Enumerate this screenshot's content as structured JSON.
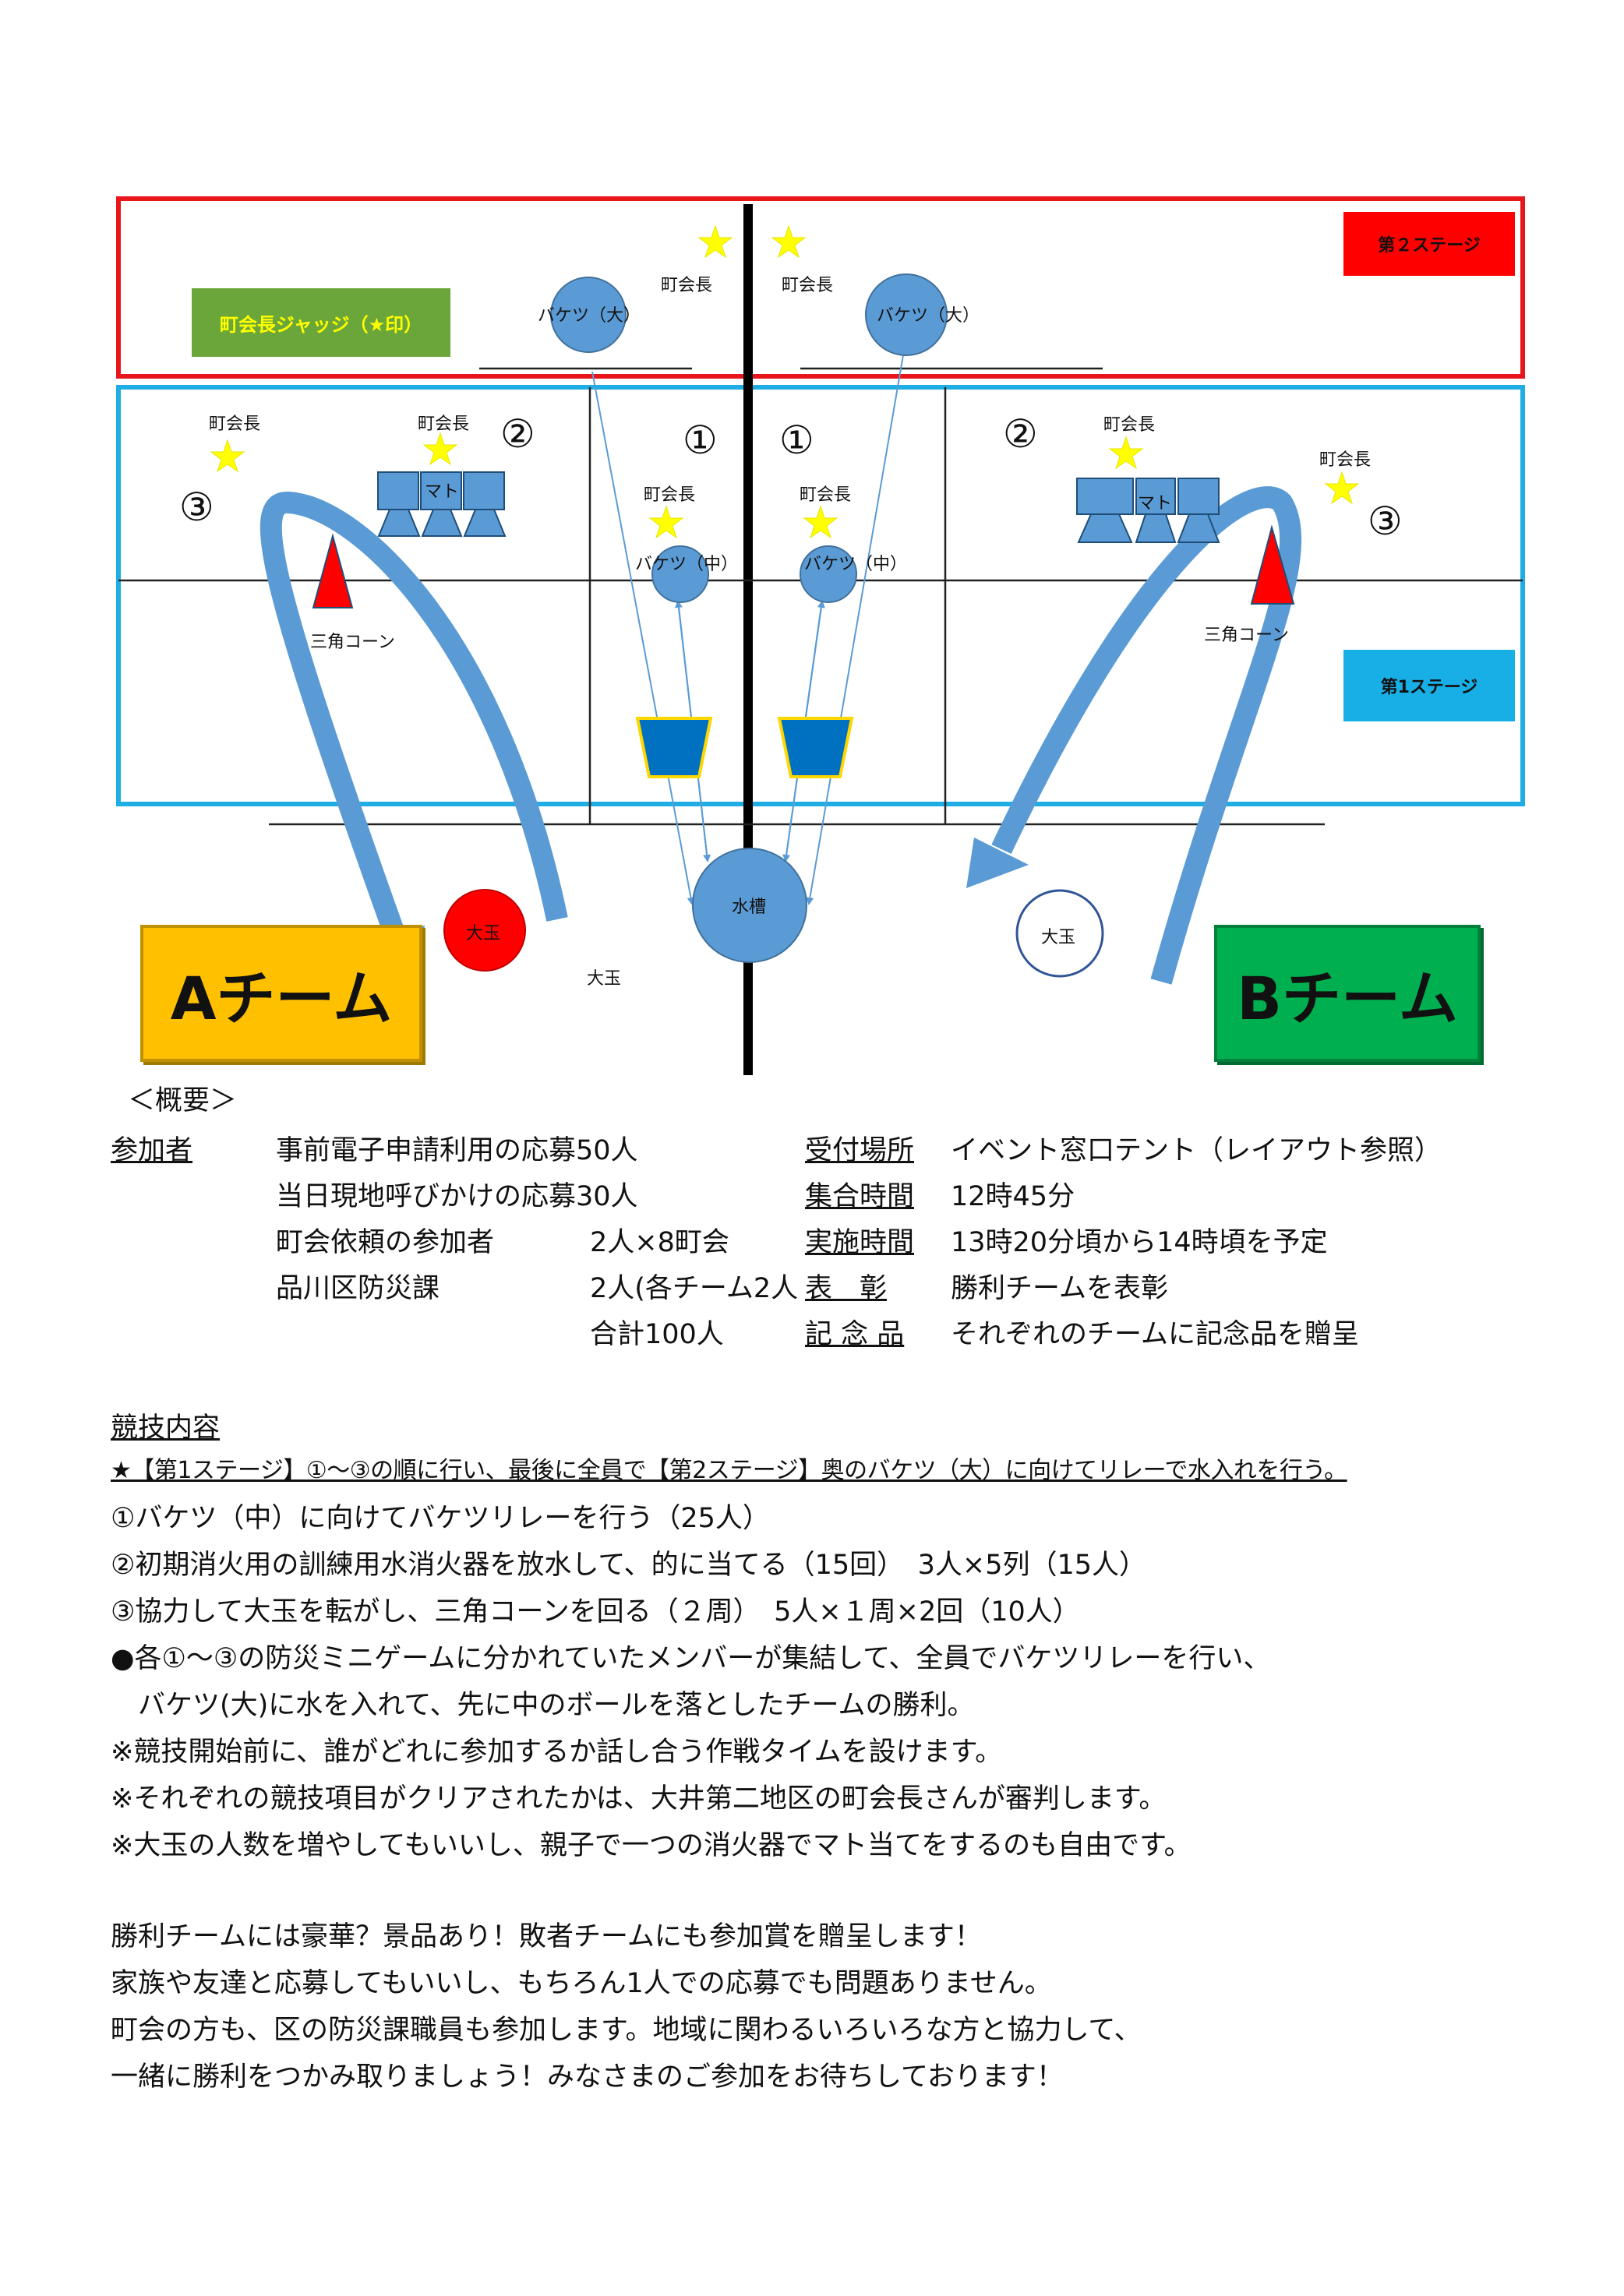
{
  "layout_diagram": {
    "stage2_label": "第２ステージ",
    "stage1_label": "第1ステージ",
    "judge_label": "町会長ジャッジ（★印）",
    "chairman": "町会長",
    "bucket_large": "バケツ（大）",
    "bucket_medium": "バケツ（中）",
    "target": "マト",
    "cone": "三角コーン",
    "water_tank": "水槽",
    "big_ball": "大玉",
    "num1": "①",
    "num2": "②",
    "num3": "③",
    "team_a": "Aチーム",
    "team_b": "Bチーム",
    "colors": {
      "stage2_border": "#e8161b",
      "stage1_border": "#1eaee3",
      "stage2_box": "#ff0000",
      "stage1_box": "#18aee6",
      "judge_box": "#6aa63a",
      "team_a": "#ffc000",
      "team_b": "#00b050",
      "star": "#ffff00",
      "bucket": "#5b9bd5",
      "arrow": "#5b9bd5"
    }
  },
  "overview": {
    "heading": "＜概要＞",
    "participants_label": "参加者",
    "participants": [
      {
        "name": "事前電子申請利用の応募50人",
        "count": ""
      },
      {
        "name": "当日現地呼びかけの応募30人",
        "count": ""
      },
      {
        "name": "町会依頼の参加者",
        "count": "2人×8町会"
      },
      {
        "name": "品川区防災課",
        "count": "2人(各チーム2人"
      },
      {
        "name": "",
        "count": "合計100人"
      }
    ],
    "info": [
      {
        "label": "受付場所",
        "value": "イベント窓口テント（レイアウト参照）"
      },
      {
        "label": "集合時間",
        "value": "12時45分"
      },
      {
        "label": "実施時間",
        "value": "13時20分頃から14時頃を予定"
      },
      {
        "label": "表　彰",
        "value": "勝利チームを表彰"
      },
      {
        "label": "記 念 品",
        "value": "それぞれのチームに記念品を贈呈"
      }
    ]
  },
  "competition": {
    "heading": "競技内容",
    "lines": [
      "★【第1ステージ】①～③の順に行い、最後に全員で【第2ステージ】奥のバケツ（大）に向けてリレーで水入れを行う。",
      "①バケツ（中）に向けてバケツリレーを行う（25人）",
      "②初期消火用の訓練用水消火器を放水して、的に当てる（15回）　3人×5列（15人）",
      "③協力して大玉を転がし、三角コーンを回る（２周）　5人×１周×2回（10人）",
      "●各①～③の防災ミニゲームに分かれていたメンバーが集結して、全員でバケツリレーを行い、",
      "　バケツ(大)に水を入れて、先に中のボールを落としたチームの勝利。",
      "※競技開始前に、誰がどれに参加するか話し合う作戦タイムを設けます。",
      "※それぞれの競技項目がクリアされたかは、大井第二地区の町会長さんが審判します。",
      "※大玉の人数を増やしてもいいし、親子で一つの消火器でマト当てをするのも自由です。"
    ],
    "closing": [
      "勝利チームには豪華？景品あり！敗者チームにも参加賞を贈呈します！",
      "家族や友達と応募してもいいし、もちろん1人での応募でも問題ありません。",
      "町会の方も、区の防災課職員も参加します。地域に関わるいろいろな方と協力して、",
      "一緒に勝利をつかみ取りましょう！みなさまのご参加をお待ちしております！"
    ]
  }
}
